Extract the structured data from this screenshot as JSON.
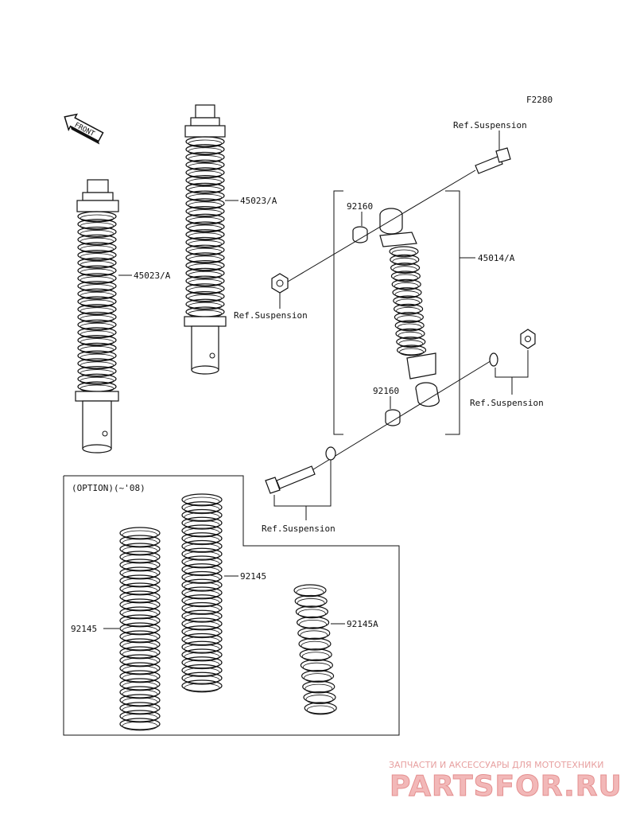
{
  "figure_code": "F2280",
  "front_arrow_text": "FRONT",
  "labels": {
    "l45023a_left": "45023/A",
    "l45023a_right": "45023/A",
    "l45014a": "45014/A",
    "l92160_top": "92160",
    "l92160_bottom": "92160",
    "ref_top_right": "Ref.Suspension",
    "ref_mid_left": "Ref.Suspension",
    "ref_mid_right": "Ref.Suspension",
    "ref_bottom": "Ref.Suspension",
    "option_title": "(OPTION)(~'08)",
    "l92145_left": "92145",
    "l92145_mid": "92145",
    "l92145a": "92145A"
  },
  "watermark": {
    "top_text": "ЗАПЧАСТИ И АКСЕССУАРЫ ДЛЯ МОТОТЕХНИКИ",
    "logo_text": "PARTSFOR.RU"
  }
}
